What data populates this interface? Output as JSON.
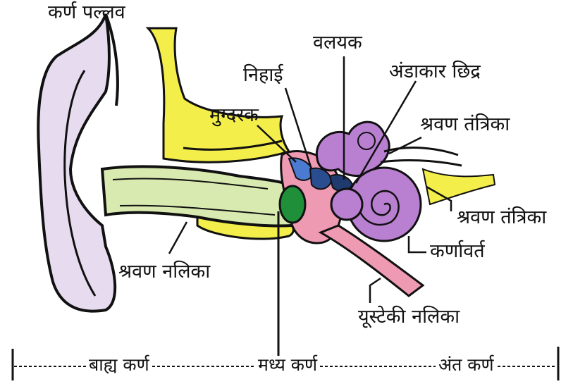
{
  "labels": {
    "pinna": "कर्ण पल्लव",
    "incus": "निहाई",
    "stapes": "वलयक",
    "oval_window": "अंडाकार छिद्र",
    "malleus": "मुग्दरक",
    "auditory_nerve_1": "श्रवण तंत्रिका",
    "auditory_nerve_2": "श्रवण तंत्रिका",
    "cochlea": "कर्णावर्त",
    "ear_canal": "श्रवण नलिका",
    "eustachian_tube": "यूस्टेकी नलिका"
  },
  "scale": {
    "outer_ear": "बाह्य कर्ण",
    "middle_ear": "मध्य कर्ण",
    "inner_ear": "अंत कर्ण"
  },
  "colors": {
    "outline": "#111111",
    "pinna_fill": "#e7dcef",
    "bone_yellow": "#f3ee4a",
    "canal_green": "#d8eab0",
    "eardrum": "#1f8f3a",
    "ossicle_blue": "#2a4d8f",
    "middle_pink": "#ef9ab3",
    "cochlea_purple": "#b97fd0"
  }
}
